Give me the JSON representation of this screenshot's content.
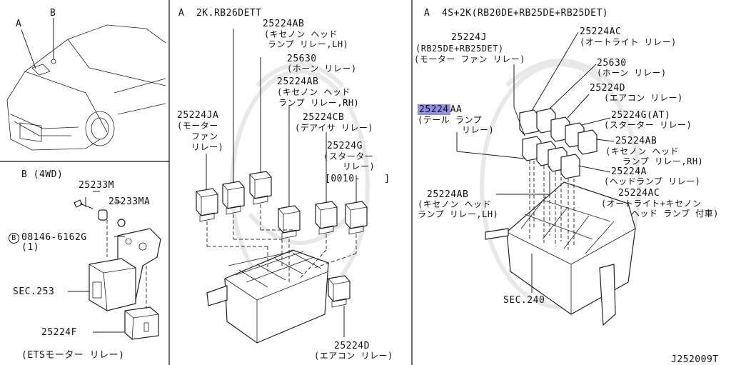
{
  "car": {
    "label_a": "A",
    "label_b": "B"
  },
  "panel_b": {
    "title": "B (4WD)",
    "p1": "25233M",
    "p2": "25233MA",
    "bolt_code": "08146-6162G",
    "bolt_circle": "B",
    "bolt_qty": "(1)",
    "sec": "SEC.253",
    "relay": "25224F",
    "relay_name": "(ETSモーター リレー)"
  },
  "panel_a1": {
    "title": "A  2K.RB26DETT",
    "l1": "25224AB",
    "l1a": "(キセノン ヘッド",
    "l1b": "ランプ リレー,LH)",
    "l2": "25630",
    "l2a": "(ホーン リレー)",
    "l3": "25224AB",
    "l3a": "(キセノン ヘッド",
    "l3b": "ランプ リレー,RH)",
    "l4": "25224CB",
    "l4a": "(デアイサ リレー)",
    "l5": "25224JA",
    "l5a": "(モーター",
    "l5b": "ファン",
    "l5c": "リレー)",
    "l6": "25224G",
    "l6a": "(スターター",
    "l6b": "リレー)",
    "l6c": "[0010-    ]",
    "l7": "25224D",
    "l7a": "(エアコン リレー)"
  },
  "panel_a2": {
    "title": "A  4S+2K(RB20DE+RB25DE+RB25DET)",
    "l1": "25224J",
    "l1a": "(RB25DE+RB25DET)",
    "l1b": "(モーター ファン リレー)",
    "l2": "25224AC",
    "l2a": "(オートライト リレー)",
    "l3": "25630",
    "l3a": "(ホーン リレー)",
    "l4": "25224D",
    "l4a": "(エアコン リレー)",
    "l5_hl": "25224",
    "l5_rest": "AA",
    "l5a": "(テール ランプ",
    "l5b": "リレー)",
    "l6": "25224G(AT)",
    "l6a": "(スターター リレー)",
    "l7": "25224AB",
    "l7a": "(キセノン ヘッド",
    "l7b": "ランプ リレー,RH)",
    "l8": "25224A",
    "l8a": "(ヘッドランプ リレー)",
    "l9": "25224AB",
    "l9a": "(キセノン ヘッド",
    "l9b": "ランプ リレー,LH)",
    "l10": "25224AC",
    "l10a": "(オートライト+キセノン",
    "l10b": "ヘッド ランプ 付車)",
    "sec": "SEC.240"
  },
  "footer_code": "J252009T"
}
